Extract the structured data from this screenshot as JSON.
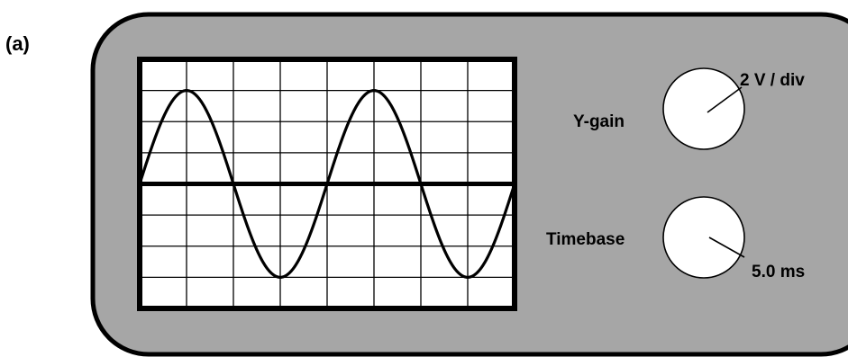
{
  "figure": {
    "part_label": "(a)"
  },
  "controls": {
    "y_gain": {
      "label": "Y-gain",
      "setting": "2 V / div",
      "icon": "knob-icon"
    },
    "timebase": {
      "label": "Timebase",
      "setting": "5.0 ms",
      "icon": "knob-icon"
    }
  },
  "screen": {
    "grid_columns": 8,
    "grid_rows": 8,
    "trace": "sine wave",
    "cycles_shown": 2,
    "peak_amplitude_divisions": 3,
    "centre_line": "bold horizontal axis"
  },
  "colors": {
    "panel": "#a6a6a6",
    "screen": "#ffffff",
    "lines": "#000000"
  }
}
